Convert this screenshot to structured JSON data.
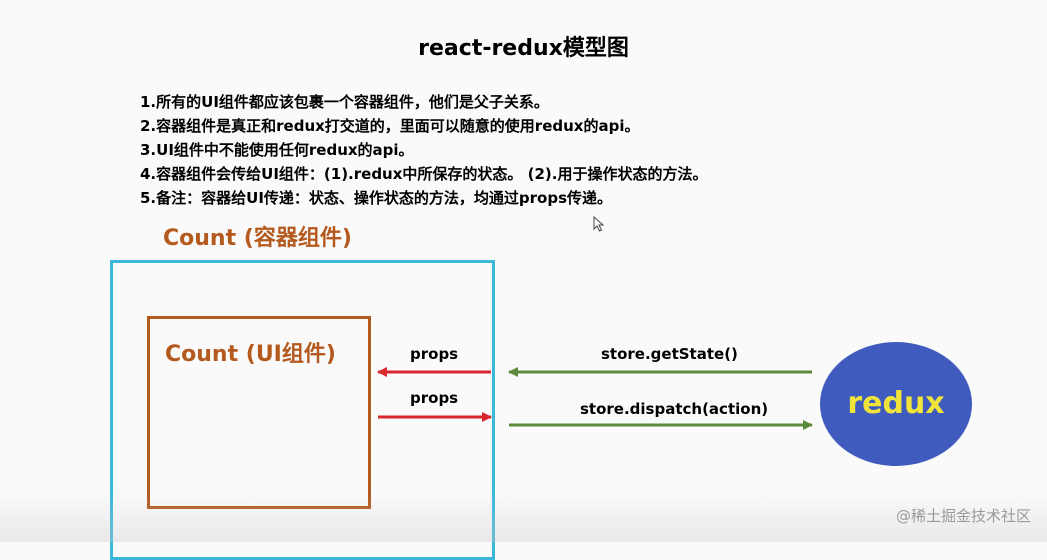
{
  "title": "react-redux模型图",
  "notes": [
    "1.所有的UI组件都应该包裹一个容器组件，他们是父子关系。",
    "2.容器组件是真正和redux打交道的，里面可以随意的使用redux的api。",
    "3.UI组件中不能使用任何redux的api。",
    "4.容器组件会传给UI组件：(1).redux中所保存的状态。  (2).用于操作状态的方法。",
    "5.备注：容器给UI传递：状态、操作状态的方法，均通过props传递。"
  ],
  "container": {
    "label": "Count (容器组件)"
  },
  "ui_component": {
    "label": "Count (UI组件)"
  },
  "flows": {
    "props_to_ui": "props",
    "props_to_container": "props",
    "get_state": "store.getState()",
    "dispatch": "store.dispatch(action)"
  },
  "redux_node": {
    "label": "redux"
  },
  "watermark": "@稀土掘金技术社区",
  "icons": {
    "cursor": "cursor-icon"
  },
  "colors": {
    "container_border": "#3bb8d9",
    "ui_border": "#b45a1e",
    "props_arrow": "#d9272e",
    "store_arrow": "#5a8a3a",
    "redux_fill": "#3f5bbd",
    "redux_text": "#f0e43a"
  }
}
